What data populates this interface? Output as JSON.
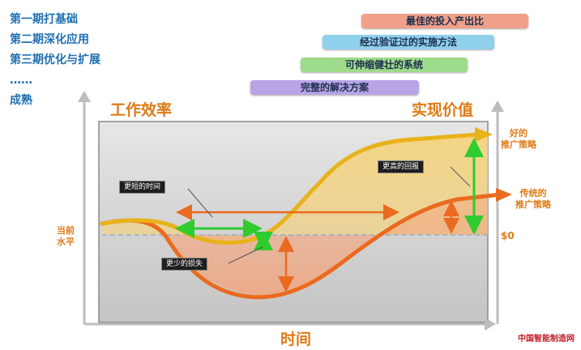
{
  "phases": [
    "第一期打基础",
    "第二期深化应用",
    "第三期优化与扩展",
    "……",
    "成熟"
  ],
  "pills": [
    {
      "text": "最佳的投入产出比",
      "color": "#f0a08a"
    },
    {
      "text": "经过验证过的实施方法",
      "color": "#8fd0ec"
    },
    {
      "text": "可伸缩健壮的系统",
      "color": "#9edb8a"
    },
    {
      "text": "完整的解决方案",
      "color": "#b8a4e6"
    }
  ],
  "axes": {
    "y_left": "工作效率",
    "y_right": "实现价值",
    "x": "时间"
  },
  "side": {
    "current_level": "当前\n水平",
    "zero": "$0",
    "good_strategy": "好的\n推广策略",
    "traditional_strategy": "传统的\n推广策略"
  },
  "annotations": {
    "shorter_time": "更短的时间",
    "higher_return": "更高的回报",
    "less_loss": "更少的损失"
  },
  "logo": "中国智能制造网",
  "colors": {
    "accent": "#e07a15",
    "good_curve": "#e8b21a",
    "traditional_curve": "#ea6a1f",
    "green_arrow": "#2ecc2e",
    "phase_text": "#1f6fb2"
  }
}
